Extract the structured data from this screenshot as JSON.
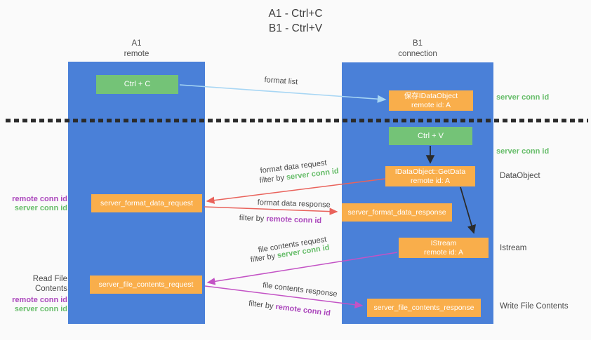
{
  "title": {
    "line1": "A1 - Ctrl+C",
    "line2": "B1 - Ctrl+V"
  },
  "columns": {
    "a1": {
      "name": "A1",
      "subtitle": "remote"
    },
    "b1": {
      "name": "B1",
      "subtitle": "connection"
    }
  },
  "nodes": {
    "ctrl_c": {
      "label": "Ctrl + C"
    },
    "ctrl_v": {
      "label": "Ctrl + V"
    },
    "save_dataobject": {
      "line1": "保存IDataObject",
      "line2": "remote id: A"
    },
    "getdata": {
      "line1": "IDataObject::GetData",
      "line2": "remote id: A"
    },
    "istream": {
      "line1": "IStream",
      "line2": "remote id: A"
    },
    "format_request": {
      "label": "server_format_data_request"
    },
    "format_response": {
      "label": "server_format_data_response"
    },
    "file_request": {
      "label": "server_file_contents_request"
    },
    "file_response": {
      "label": "server_file_contents_response"
    }
  },
  "arrow_labels": {
    "format_list": "format list",
    "format_data_request": "format data request",
    "format_data_response": "format data response",
    "file_contents_request": "file contents request",
    "file_contents_response": "file contents response",
    "filter_by": "filter by",
    "server_conn_id": "server conn id",
    "remote_conn_id": "remote conn id"
  },
  "side_labels": {
    "right_server_conn_id_top": "server conn id",
    "right_server_conn_id_mid": "server conn id",
    "dataobject": "DataObject",
    "istream": "Istream",
    "write_file_contents": "Write File Contents",
    "left_format": {
      "remote": "remote conn id",
      "server": "server conn id"
    },
    "left_file": {
      "title": "Read File Contents",
      "remote": "remote conn id",
      "server": "server conn id"
    }
  },
  "colors": {
    "bg": "#fafafa",
    "column_blue": "#4a80d8",
    "box_green": "#74c377",
    "box_orange": "#f9ae4b",
    "arrow_blue": "#a7d6f4",
    "arrow_red": "#e9625b",
    "arrow_magenta": "#c353c5",
    "arrow_black": "#2b2b2b",
    "label_green": "#67bd6a",
    "label_purple": "#ab47bc",
    "text_dark": "#3f3f3f"
  }
}
